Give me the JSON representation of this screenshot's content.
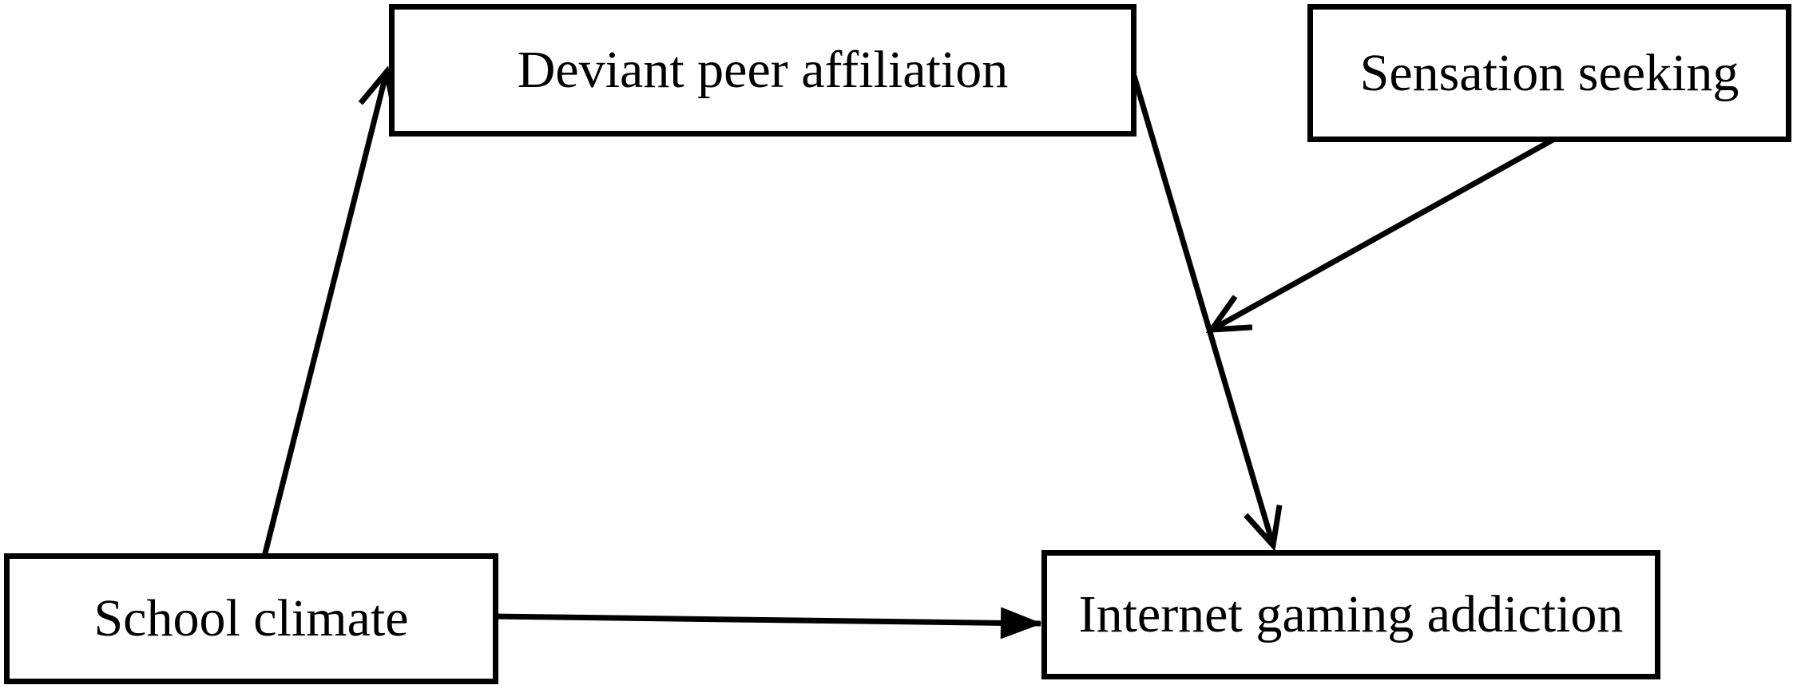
{
  "diagram_title": "",
  "colors": {
    "background": "#ffffff",
    "box_border": "#000000",
    "text": "#000000",
    "arrow": "#000000"
  },
  "nodes": {
    "deviant": {
      "label": "Deviant peer affiliation"
    },
    "sensation": {
      "label": "Sensation seeking"
    },
    "school": {
      "label": "School climate"
    },
    "internet": {
      "label": "Internet gaming addiction"
    }
  },
  "edges": [
    {
      "from": "school",
      "to": "deviant",
      "arrowhead": "open"
    },
    {
      "from": "deviant",
      "to": "internet",
      "arrowhead": "open"
    },
    {
      "from": "sensation",
      "to": "path-from-deviant-to-internet",
      "arrowhead": "open"
    },
    {
      "from": "school",
      "to": "internet",
      "arrowhead": "solid"
    }
  ]
}
